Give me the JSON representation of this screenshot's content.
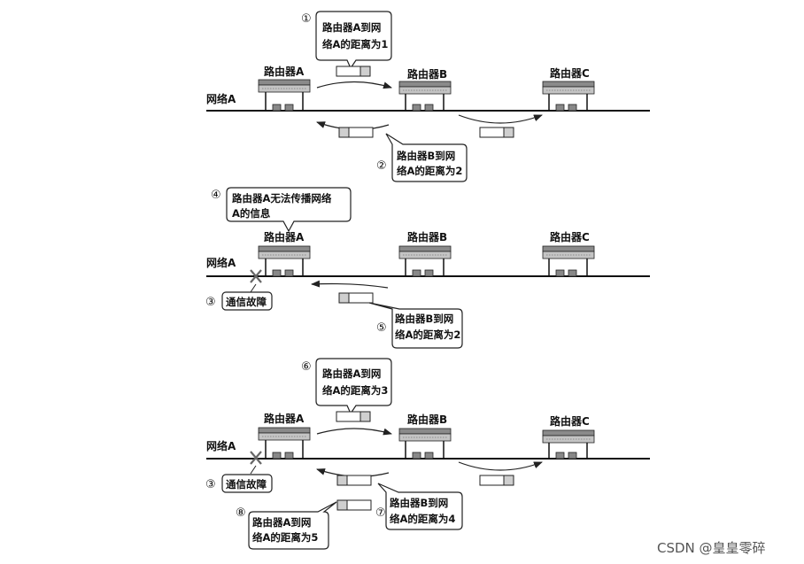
{
  "watermark": "CSDN @皇皇零碎",
  "routers": {
    "a": "路由器A",
    "b": "路由器B",
    "c": "路由器C"
  },
  "network_label": "网络A",
  "fault_label": "通信故障",
  "step_markers": [
    "①",
    "②",
    "③",
    "④",
    "⑤",
    "⑥",
    "⑦",
    "⑧"
  ],
  "panel1": {
    "callout_a": [
      "路由器A到网",
      "络A的距离为1"
    ],
    "callout_b": [
      "路由器B到网",
      "络A的距离为2"
    ]
  },
  "panel2": {
    "callout_a": [
      "路由器A无法传播网络",
      "A的信息"
    ],
    "callout_b": [
      "路由器B到网",
      "络A的距离为2"
    ]
  },
  "panel3": {
    "callout_a": [
      "路由器A到网",
      "络A的距离为3"
    ],
    "callout_b": [
      "路由器B到网",
      "络A的距离为4"
    ],
    "callout_a2": [
      "路由器A到网",
      "络A的距离为5"
    ]
  },
  "colors": {
    "line": "#111111",
    "router_top": "#8a8a8a",
    "router_body": "#c4c4c4",
    "packet_shade": "#cfcfcf"
  }
}
